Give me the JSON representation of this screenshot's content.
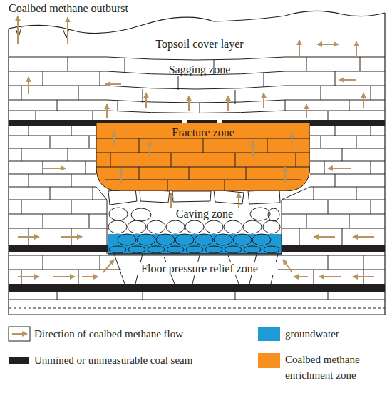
{
  "diagram": {
    "nodes": [
      {
        "text": [
          "Fracture zone"
        ]
      }
    ],
    "labels": [
      "Coalbed methane outburst",
      "Topsoil cover layer",
      "Sagging zone",
      "Caving zone",
      "Floor pressure relief zone"
    ],
    "legend": [
      {
        "text": "Direction of coalbed methane flow"
      },
      {
        "text": "groundwater",
        "color": "#1e9ad6"
      },
      {
        "text": "Unmined or unmeasurable coal seam",
        "color": "#231f20"
      },
      {
        "text": "Coalbed methane enrichment zone",
        "color": "#f7901e"
      }
    ]
  }
}
